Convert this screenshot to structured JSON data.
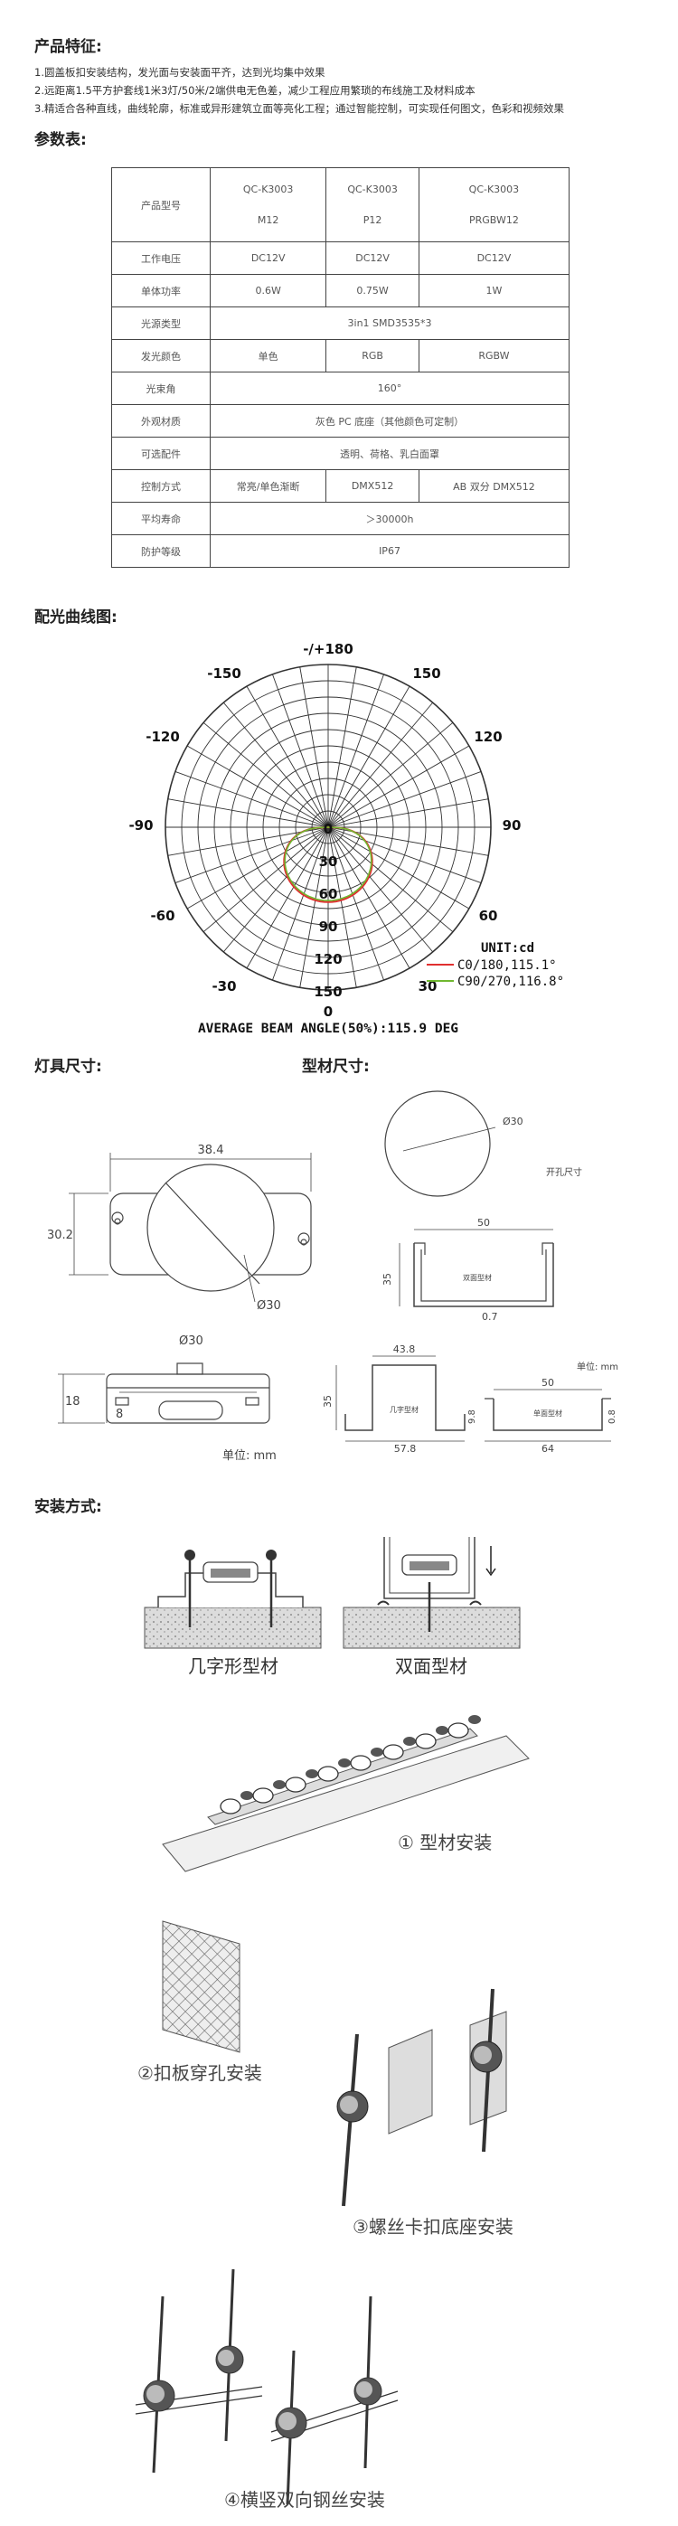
{
  "features": {
    "title": "产品特征:",
    "lines": [
      "1.圆盖板扣安装结构，发光面与安装面平齐，达到光均集中效果",
      "2.远距离1.5平方护套线1米3灯/50米/2端供电无色差，减少工程应用繁琐的布线施工及材料成本",
      "3.精适合各种直线，曲线轮廓，标准或异形建筑立面等亮化工程；通过智能控制，可实现任何图文，色彩和视频效果"
    ]
  },
  "params": {
    "title": "参数表:",
    "rows": {
      "model": {
        "label": "产品型号",
        "c1a": "QC-K3003",
        "c1b": "M12",
        "c2a": "QC-K3003",
        "c2b": "P12",
        "c3a": "QC-K3003",
        "c3b": "PRGBW12"
      },
      "voltage": {
        "label": "工作电压",
        "c1": "DC12V",
        "c2": "DC12V",
        "c3": "DC12V"
      },
      "power": {
        "label": "单体功率",
        "c1": "0.6W",
        "c2": "0.75W",
        "c3": "1W"
      },
      "source": {
        "label": "光源类型",
        "val": "3in1 SMD3535*3"
      },
      "color": {
        "label": "发光颜色",
        "c1": "单色",
        "c2": "RGB",
        "c3": "RGBW"
      },
      "beam": {
        "label": "光束角",
        "val": "160°"
      },
      "housing": {
        "label": "外观材质",
        "val": "灰色 PC 底座（其他颜色可定制）"
      },
      "cover": {
        "label": "可选配件",
        "val": "透明、荷格、乳白面罩"
      },
      "control": {
        "label": "控制方式",
        "c1": "常亮/单色渐断",
        "c2": "DMX512",
        "c3": "AB 双分 DMX512"
      },
      "life": {
        "label": "平均寿命",
        "val": "＞30000h"
      },
      "ip": {
        "label": "防护等级",
        "val": "IP67"
      }
    }
  },
  "polar": {
    "title": "配光曲线图:",
    "angle_labels": {
      "top": "-/+180",
      "a150": "150",
      "am150": "-150",
      "a120": "120",
      "am120": "-120",
      "a90": "90",
      "am90": "-90",
      "a60": "60",
      "am60": "-60",
      "a30": "30",
      "am30": "-30",
      "bottom": "0"
    },
    "radial_labels": [
      "0",
      "30",
      "60",
      "90",
      "120",
      "150"
    ],
    "unit": "UNIT:cd",
    "legend": [
      {
        "name": "C0/180,115.1°",
        "color": "#e03030"
      },
      {
        "name": "C90/270,116.8°",
        "color": "#70b830"
      }
    ],
    "footer": "AVERAGE BEAM ANGLE(50%):115.9 DEG"
  },
  "dims": {
    "fixture_title": "灯具尺寸:",
    "profile_title": "型材尺寸:",
    "d384": "38.4",
    "d302": "30.2",
    "d30a": "Ø30",
    "d30b": "Ø30",
    "d18": "18",
    "d8": "8",
    "unit1": "单位: mm",
    "hole_d": "Ø30",
    "hole_label": "开孔尺寸",
    "p50": "50",
    "p35": "35",
    "p07": "0.7",
    "p_name": "双面型材",
    "unit2": "单位: mm",
    "p438": "43.8",
    "p35b": "35",
    "p578": "57.8",
    "p98": "9.8",
    "p_name2": "几字型材",
    "p50b": "50",
    "p08": "0.8",
    "p64": "64",
    "p_name3": "单面型材"
  },
  "install": {
    "title": "安装方式:",
    "cap_a": "几字形型材",
    "cap_b": "双面型材",
    "cap_1": "① 型材安装",
    "cap_2": "②扣板穿孔安装",
    "cap_3": "③螺丝卡扣底座安装",
    "cap_4": "④横竖双向钢丝安装"
  },
  "colors": {
    "line": "#444444",
    "red": "#e03030",
    "green": "#70b830",
    "concrete": "#dcdcdc"
  }
}
